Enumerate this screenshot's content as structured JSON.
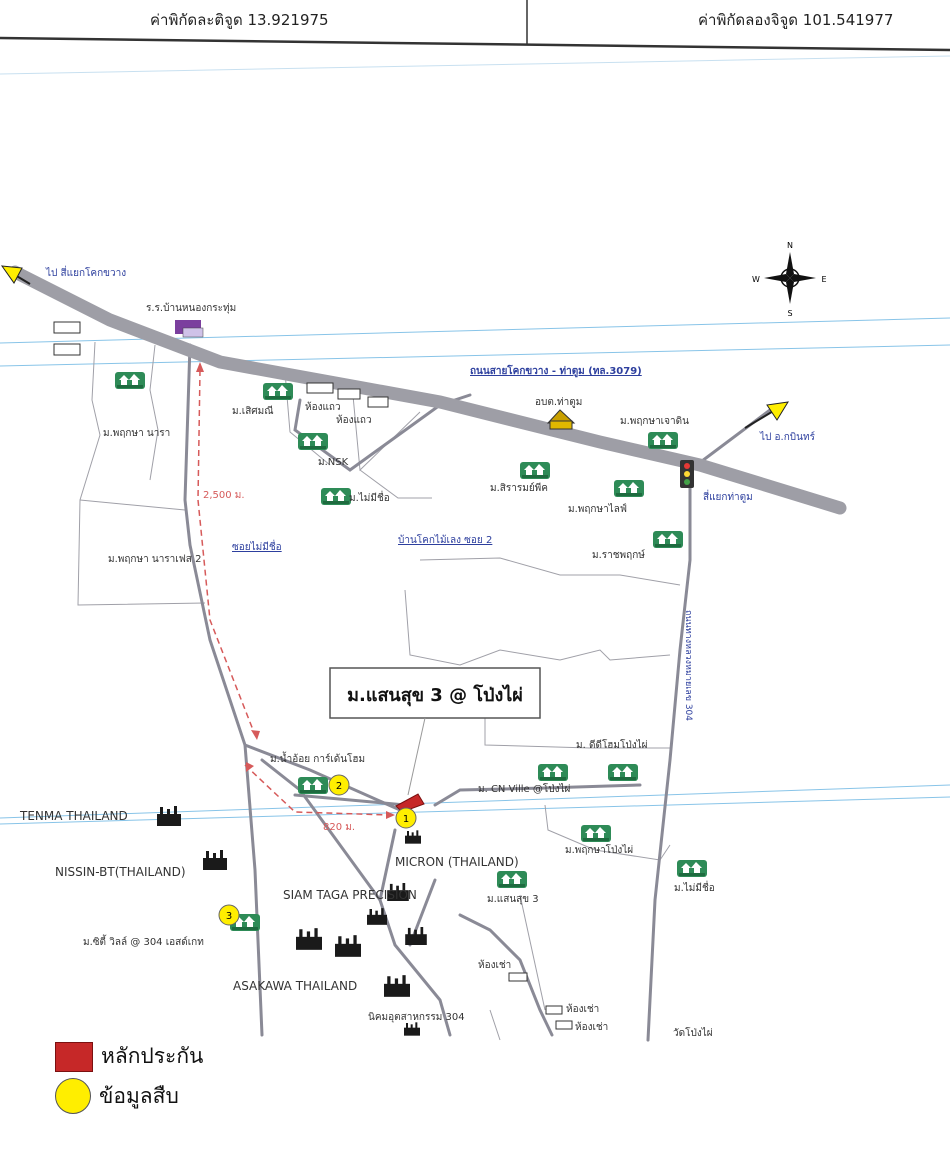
{
  "header": {
    "latitude": "ค่าพิกัดละติจูด 13.921975",
    "longitude": "ค่าพิกัดลองจิจูด 101.541977"
  },
  "compass": {
    "n": "N",
    "s": "S",
    "e": "E",
    "w": "W"
  },
  "roads": {
    "to_khokkhwang": "ไป สี่แยกโคกขวาง",
    "main_road": "ถนนสายโคกขวาง - ท่าตูม (ทล.3079)",
    "to_kabinburi": "ไป อ.กบินทร์",
    "intersection": "สี่แยกท่าตูม",
    "highway_304": "ถนนทางหลวงหมายเลข 304",
    "soi_no_name": "ซอยไม่มีชื่อ",
    "ban_khok": "บ้านโคกไม้เลง ซอย 2",
    "dist_2500": "2,500 ม.",
    "dist_820": "820 ม."
  },
  "places": {
    "school": "ร.ร.บ้านหนองกระทุ่ม",
    "m_sermsiri": "ม.เสิศมณี",
    "room1": "ห้องแถว",
    "room2": "ห้องแถว",
    "nsk": "ม.NSK",
    "no_name1": "ม.ไม่มีชื่อ",
    "obt": "อบต.ท่าตูม",
    "pruksa_chaodin": "ม.พฤกษาเจาดิน",
    "siriwan": "ม.สิรารมย์พีค",
    "pruksa_ville": "ม.พฤกษาไลฟ์",
    "ratpruek": "ม.ราชพฤกษ์",
    "pruksa_nara": "ม.พฤกษา นารา",
    "pruksa_nara2": "ม.พฤกษา นาราเฟส 2",
    "main_project": "ม.แสนสุข 3 @ โป่งไผ่",
    "dd_home": "ม. ดีดีโฮมโป่งไผ่",
    "namoy": "ม.น้ำอ้อย การ์เด้นโฮม",
    "cn_ville": "ม. CN Ville @โป่งไผ่",
    "pruksa_pongpai": "ม.พฤกษาโป่งไผ่",
    "no_name2": "ม.ไม่มีชื่อ",
    "saensuk3": "ม.แสนสุข 3",
    "room3": "ห้องเช่า",
    "room4": "ห้องเช่า",
    "room5": "ห้องเช่า",
    "industrial": "นิคมอุตสาหกรรม 304",
    "wat": "วัดโป่งไผ่",
    "city_ville": "ม.ซิตี้ วิลล์ @ 304 เอสด์เกท"
  },
  "factories": {
    "tenma": "TENMA THAILAND",
    "nissin": "NISSIN-BT(THAILAND)",
    "micron": "MICRON (THAILAND)",
    "siam_taga": "SIAM TAGA PRECISION",
    "asakawa": "ASAKAWA THAILAND"
  },
  "markers": {
    "m1": "1",
    "m2": "2",
    "m3": "3"
  },
  "legend": {
    "collateral": "หลักประกัน",
    "comparable": "ข้อมูลสืบ"
  },
  "colors": {
    "main_road": "#9e9ea6",
    "road": "#8a8a96",
    "label_blue": "#2d3f9e",
    "dash_red": "#d65a5a",
    "collateral_red": "#c62828",
    "marker_yellow": "#ffee00"
  }
}
